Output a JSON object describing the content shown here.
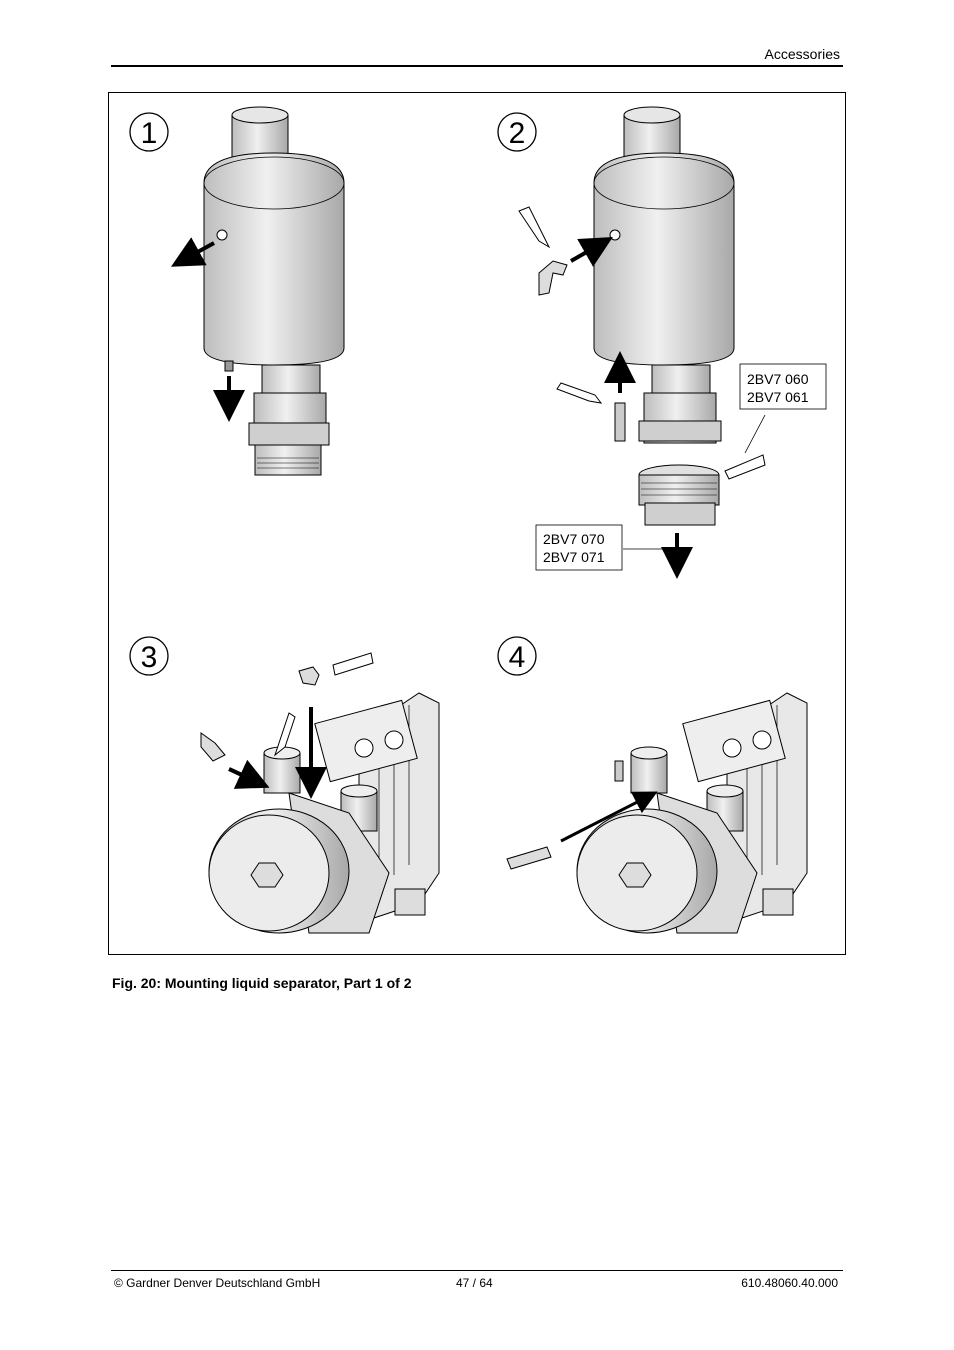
{
  "header": {
    "section": "Accessories"
  },
  "figure": {
    "steps": [
      "1",
      "2",
      "3",
      "4"
    ],
    "labels": {
      "upper": [
        "2BV7 060",
        "2BV7 061"
      ],
      "lower": [
        "2BV7 070",
        "2BV7 071"
      ]
    },
    "caption": "Fig. 20: Mounting liquid separator, Part 1 of 2"
  },
  "footer": {
    "copyright": "© Gardner Denver Deutschland GmbH",
    "page": "47 / 64",
    "doc_number": "610.48060.40.000"
  }
}
